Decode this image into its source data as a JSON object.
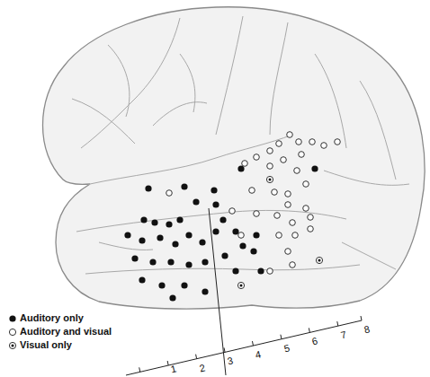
{
  "diagram": {
    "labels": [
      "1",
      "2",
      "3",
      "4",
      "5",
      "6",
      "7",
      "8"
    ],
    "legend": [
      {
        "text": "Auditory only"
      },
      {
        "text": "Auditory and visual"
      },
      {
        "text": "Visual only"
      }
    ]
  }
}
